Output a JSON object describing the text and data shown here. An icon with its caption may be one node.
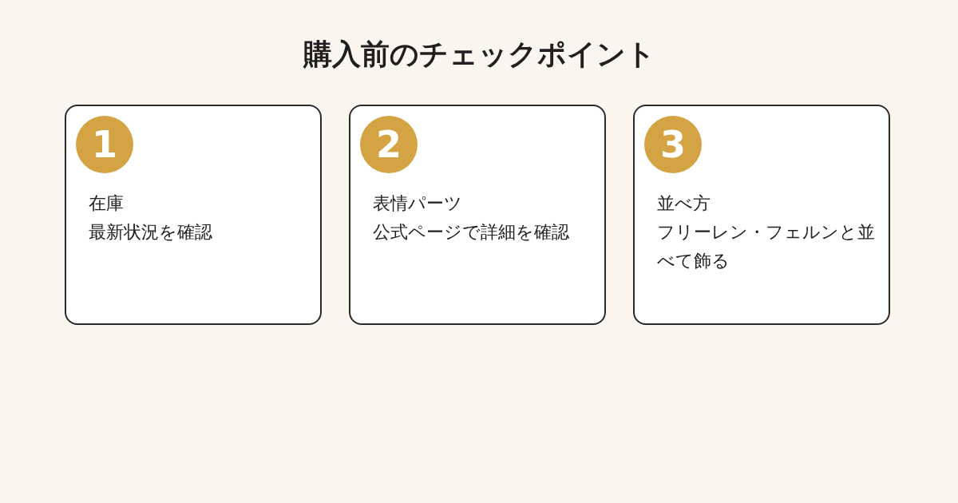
{
  "diagram": {
    "title": "購入前のチェックポイント",
    "nodes": [
      {
        "text": [
          "在庫",
          "最新状況を確認"
        ]
      },
      {
        "text": [
          "1"
        ],
        "in": 0
      },
      {
        "text": [
          "表情パーツ",
          "公式ページで詳細を確認"
        ]
      },
      {
        "text": [
          "2"
        ],
        "in": 2
      },
      {
        "text": [
          "並べ方",
          "フリーレン・フェルンと並べて飾る"
        ]
      },
      {
        "text": [
          "3"
        ],
        "in": 4
      }
    ]
  }
}
